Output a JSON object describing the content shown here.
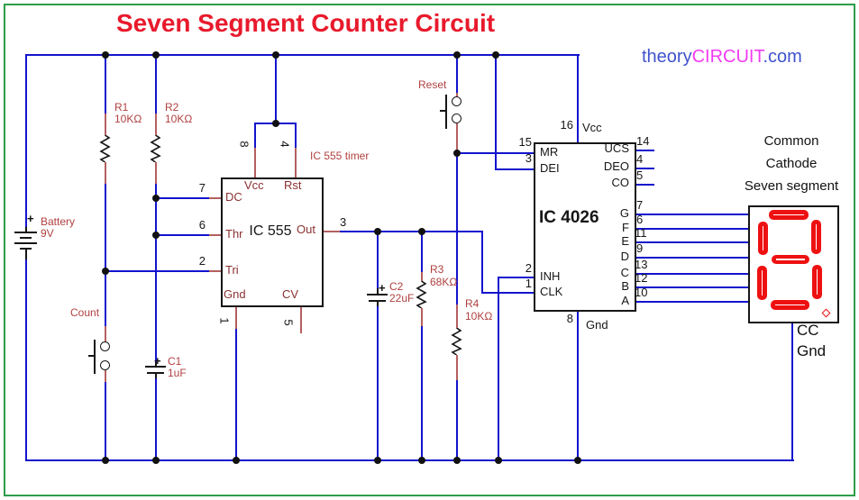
{
  "title": "Seven Segment Counter Circuit",
  "brand": {
    "theory": "theory",
    "circuit": "CIRCUIT",
    "com": ".com"
  },
  "battery": {
    "name": "Battery",
    "value": "9V",
    "plus": "+"
  },
  "r1": {
    "name": "R1",
    "value": "10KΩ"
  },
  "r2": {
    "name": "R2",
    "value": "10KΩ"
  },
  "r3": {
    "name": "R3",
    "value": "68KΩ"
  },
  "r4": {
    "name": "R4",
    "value": "10KΩ"
  },
  "c1": {
    "name": "C1",
    "value": "1uF",
    "plus": "+"
  },
  "c2": {
    "name": "C2",
    "value": "22uF",
    "plus": "+"
  },
  "count_button": "Count",
  "reset_button": "Reset",
  "ic555": {
    "label": "IC 555",
    "annotation": "IC 555 timer",
    "pin_vcc": {
      "num": "8",
      "name": "Vcc"
    },
    "pin_rst": {
      "num": "4",
      "name": "Rst"
    },
    "pin_dc": {
      "num": "7",
      "name": "DC"
    },
    "pin_thr": {
      "num": "6",
      "name": "Thr"
    },
    "pin_tri": {
      "num": "2",
      "name": "Tri"
    },
    "pin_out": {
      "num": "3",
      "name": "Out"
    },
    "pin_gnd": {
      "num": "1",
      "name": "Gnd"
    },
    "pin_cv": {
      "num": "5",
      "name": "CV"
    }
  },
  "ic4026": {
    "label": "IC 4026",
    "pin_vcc": {
      "num": "16",
      "name": "Vcc"
    },
    "pin_gnd": {
      "num": "8",
      "name": "Gnd"
    },
    "left_pins": [
      {
        "num": "15",
        "name": "MR"
      },
      {
        "num": "3",
        "name": "DEI"
      },
      {
        "num": "2",
        "name": "INH"
      },
      {
        "num": "1",
        "name": "CLK"
      }
    ],
    "right_pins": [
      {
        "num": "14",
        "name": "UCS"
      },
      {
        "num": "4",
        "name": "DEO"
      },
      {
        "num": "5",
        "name": "CO"
      }
    ],
    "segment_pins": [
      {
        "num": "7",
        "name": "G"
      },
      {
        "num": "6",
        "name": "F"
      },
      {
        "num": "11",
        "name": "E"
      },
      {
        "num": "9",
        "name": "D"
      },
      {
        "num": "13",
        "name": "C"
      },
      {
        "num": "12",
        "name": "B"
      },
      {
        "num": "10",
        "name": "A"
      }
    ]
  },
  "display": {
    "heading": [
      "Common",
      "Cathode",
      "Seven segment"
    ],
    "cc": "CC",
    "gnd": "Gnd"
  },
  "colors": {
    "wire": "#1313cd",
    "pin_stub": "#b45f5f",
    "component_label": "#b04040",
    "title": "#e81a2c",
    "segment": "#ee1111",
    "border": "#2e9e4b",
    "brand_blue": "#4053cc",
    "brand_magenta": "#f23cf2"
  }
}
